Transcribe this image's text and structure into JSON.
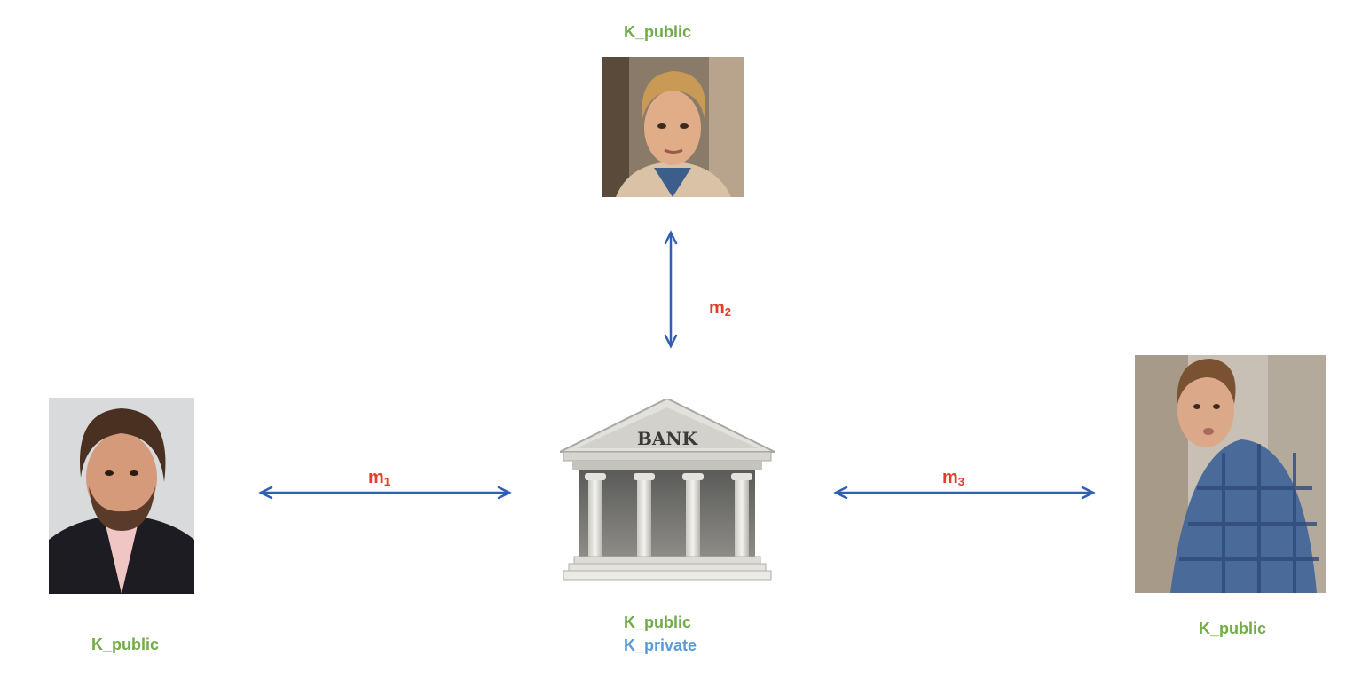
{
  "keys": {
    "top_user": "K_public",
    "left_user": "K_public",
    "right_user": "K_public",
    "bank_public": "K_public",
    "bank_private": "K_private"
  },
  "messages": [
    {
      "base": "m",
      "sub": "1"
    },
    {
      "base": "m",
      "sub": "2"
    },
    {
      "base": "m",
      "sub": "3"
    }
  ],
  "bank": {
    "sign": "BANK"
  },
  "colors": {
    "key_public": "#70ad47",
    "key_private": "#5b9bd5",
    "message": "#e0402a",
    "arrow": "#2f5fb3"
  },
  "icons": {
    "bank": "bank-building-icon",
    "top_user": "person-photo",
    "left_user": "person-photo",
    "right_user": "person-photo"
  }
}
